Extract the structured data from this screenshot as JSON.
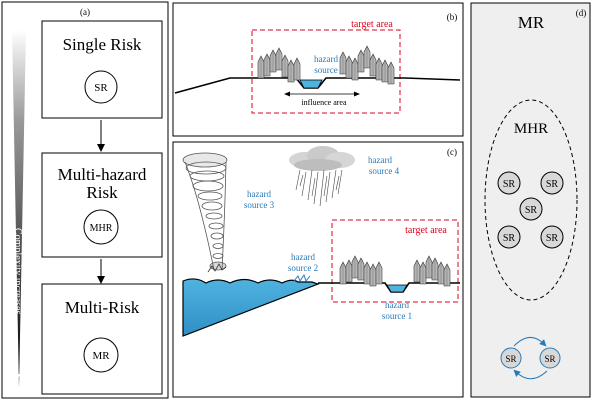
{
  "panel_a": {
    "label": "(a)",
    "boxes": [
      {
        "title": "Single Risk",
        "circle": "SR"
      },
      {
        "title_line1": "Multi-hazard",
        "title_line2": "Risk",
        "circle": "MHR"
      },
      {
        "title": "Multi-Risk",
        "circle": "MR"
      }
    ],
    "complexity_text": "Complexity increases"
  },
  "panel_b": {
    "label": "(b)",
    "target_area": "target area",
    "hazard_line1": "hazard",
    "hazard_line2": "source",
    "influence_area": "influence area"
  },
  "panel_c": {
    "label": "(c)",
    "target_area": "target area",
    "hazard3_line1": "hazard",
    "hazard3_line2": "source 3",
    "hazard4_line1": "hazard",
    "hazard4_line2": "source 4",
    "hazard2_line1": "hazard",
    "hazard2_line2": "source 2",
    "hazard1_line1": "hazard",
    "hazard1_line2": "source 1"
  },
  "panel_d": {
    "label": "(d)",
    "title": "MR",
    "inner_title": "MHR",
    "circles": [
      "SR",
      "SR",
      "SR",
      "SR",
      "SR"
    ],
    "cycle": [
      "SR",
      "SR"
    ]
  },
  "colors": {
    "red_dashed": "#e0001b",
    "blue_text": "#2a7ab8",
    "water": "#4fb3e0",
    "panel_d_bg": "#efefef"
  }
}
